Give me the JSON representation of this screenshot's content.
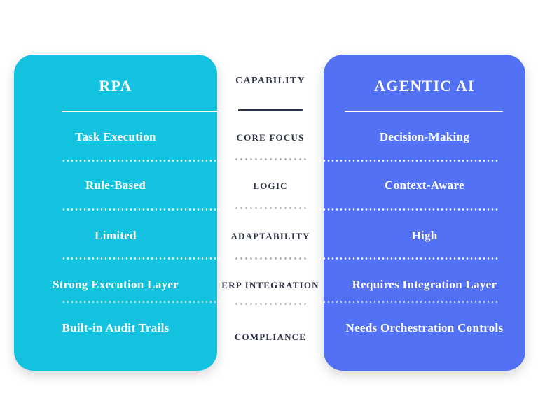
{
  "comparison": {
    "left": {
      "title": "RPA",
      "accent_color": "#12C2DE",
      "rows": [
        "Task Execution",
        "Rule-Based",
        "Limited",
        "Strong Execution Layer",
        "Built-in Audit Trails"
      ]
    },
    "center": {
      "header": "CAPABILITY",
      "text_color": "#2c3244",
      "rows": [
        "CORE FOCUS",
        "LOGIC",
        "ADAPTABILITY",
        "ERP INTEGRATION",
        "COMPLIANCE"
      ]
    },
    "right": {
      "title": "AGENTIC AI",
      "accent_color": "#5271F5",
      "rows": [
        "Decision-Making",
        "Context-Aware",
        "High",
        "Requires Integration Layer",
        "Needs Orchestration Controls"
      ]
    }
  }
}
